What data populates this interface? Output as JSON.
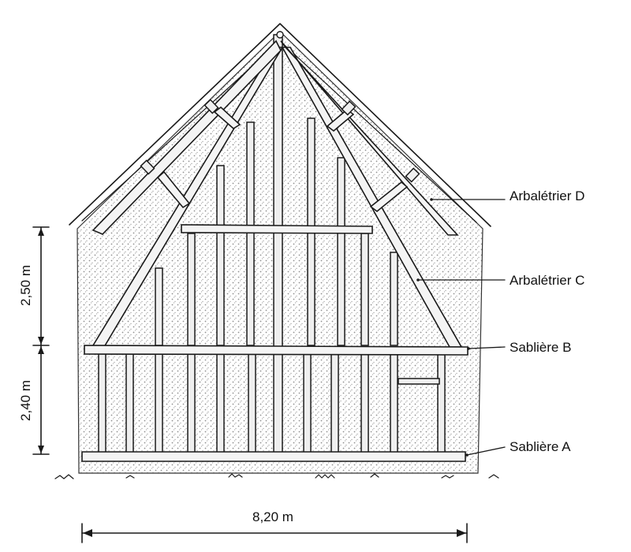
{
  "labels": {
    "arbaletrier_d": "Arbalétrier D",
    "arbaletrier_c": "Arbalétrier C",
    "sabliere_b": "Sablière B",
    "sabliere_a": "Sablière A"
  },
  "dimensions": {
    "upper_height": "2,50 m",
    "lower_height": "2,40 m",
    "width": "8,20 m"
  },
  "colors": {
    "ink": "#1a1a1a",
    "infill": "#d9d9d9",
    "timber": "#f1f1f1"
  }
}
